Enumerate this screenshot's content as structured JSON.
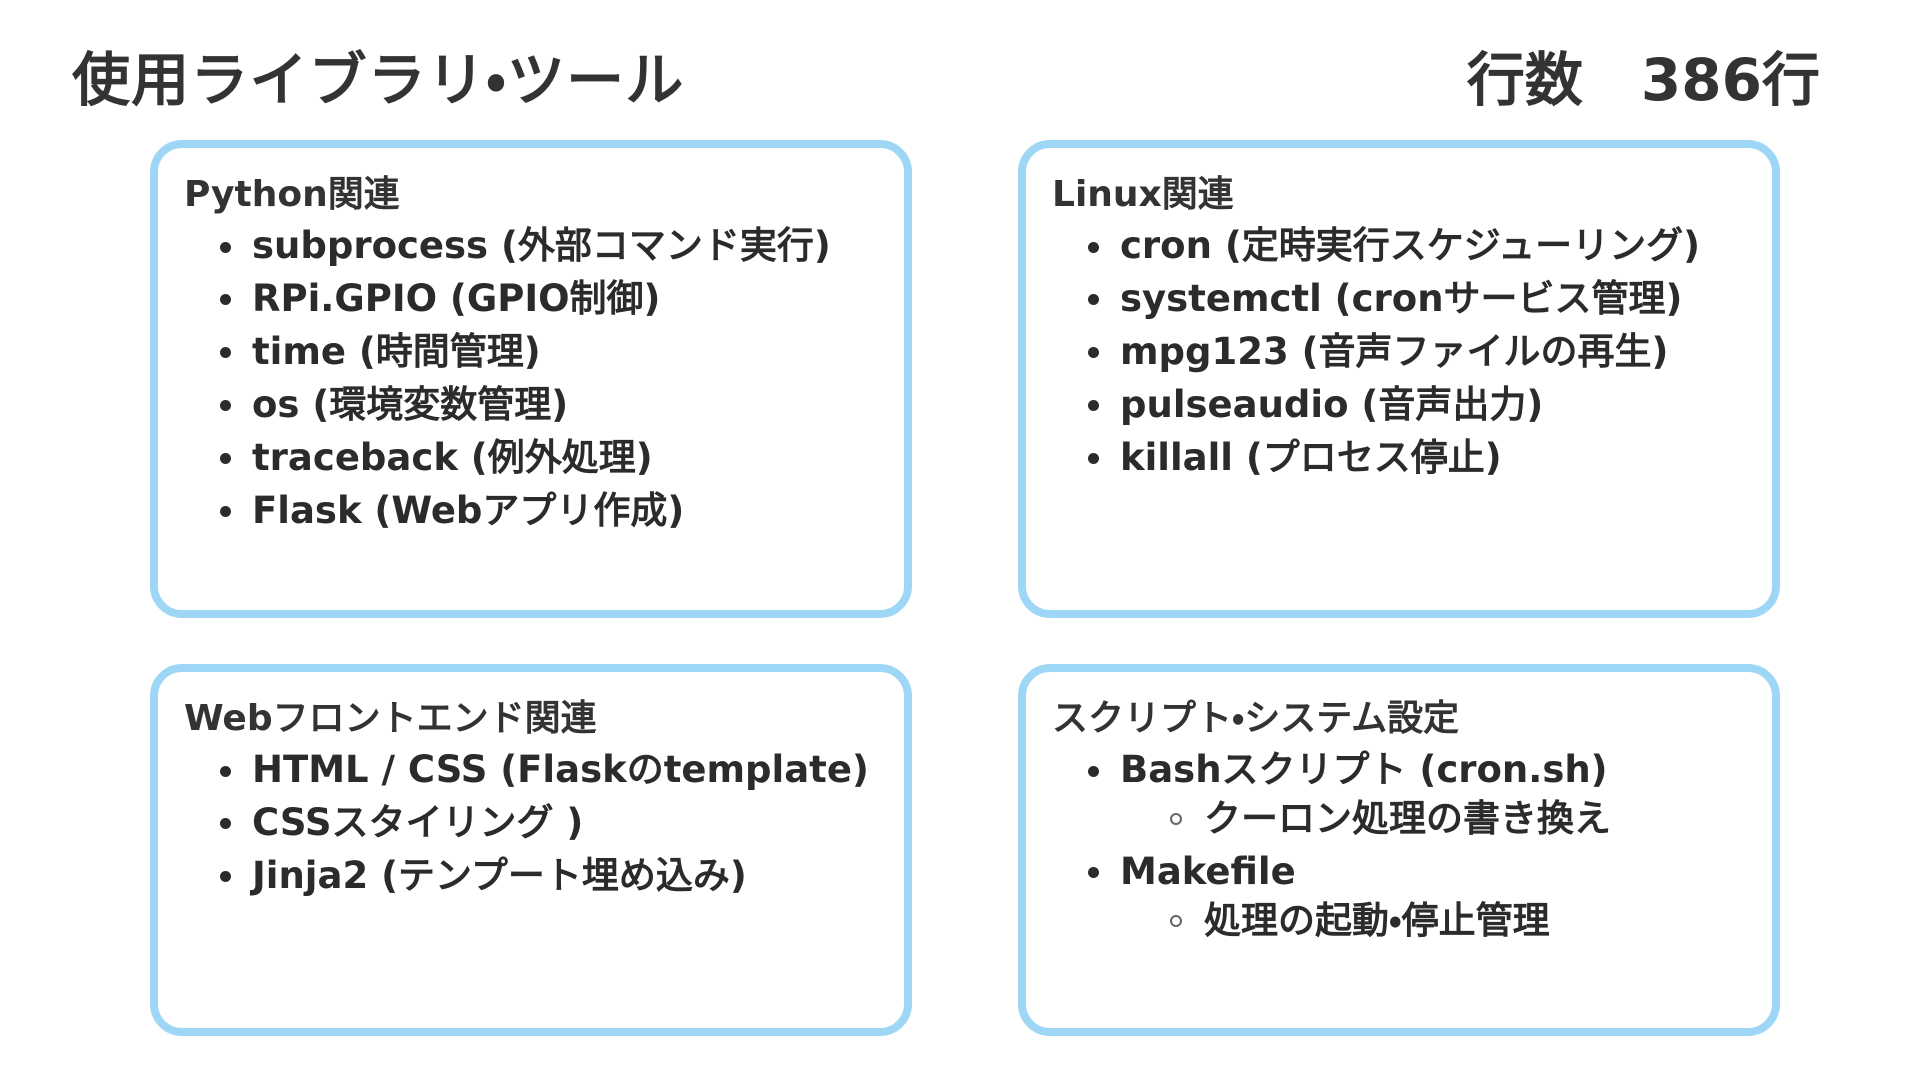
{
  "header": {
    "title": "使用ライブラリ・ツール",
    "line_count_label": "行数　386行",
    "line_count_value": 386
  },
  "theme": {
    "card_border_color": "#9ed7f6",
    "text_color": "#333333",
    "background": "#ffffff"
  },
  "cards": [
    {
      "id": "python",
      "title": "Python関連",
      "items": [
        {
          "text": "subprocess (外部コマンド実行)"
        },
        {
          "text": "RPi.GPIO (GPIO制御)"
        },
        {
          "text": "time (時間管理)"
        },
        {
          "text": "os (環境変数管理)"
        },
        {
          "text": "traceback (例外処理)"
        },
        {
          "text": "Flask (Webアプリ作成)"
        }
      ]
    },
    {
      "id": "linux",
      "title": "Linux関連",
      "items": [
        {
          "text": "cron (定時実行スケジューリング)"
        },
        {
          "text": "systemctl (cronサービス管理)"
        },
        {
          "text": "mpg123 (音声ファイルの再生)"
        },
        {
          "text": "pulseaudio (音声出力)"
        },
        {
          "text": "killall (プロセス停止)"
        }
      ]
    },
    {
      "id": "web-frontend",
      "title": "Webフロントエンド関連",
      "items": [
        {
          "text": "HTML / CSS (Flaskのtemplate)"
        },
        {
          "text": "CSSスタイリング )"
        },
        {
          "text": "Jinja2 (テンプート埋め込み)"
        }
      ]
    },
    {
      "id": "script-system",
      "title": "スクリプト・システム設定",
      "items": [
        {
          "text": "Bashスクリプト (cron.sh)",
          "sub": [
            "クーロン処理の書き換え"
          ]
        },
        {
          "text": "Makefile",
          "sub": [
            "処理の起動・停止管理"
          ]
        }
      ]
    }
  ]
}
